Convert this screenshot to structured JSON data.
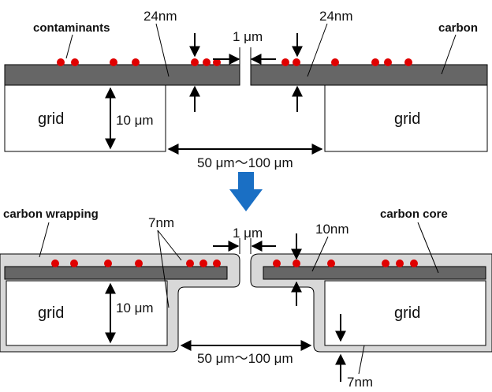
{
  "top": {
    "contaminants_label": "contaminants",
    "carbon_label": "carbon",
    "thickness_left": "24nm",
    "thickness_right": "24nm",
    "gap_label": "1 μm",
    "grid_left": "grid",
    "grid_right": "grid",
    "grid_height": "10 μm",
    "span_label": "50 μm～100 μm"
  },
  "bottom": {
    "wrapping_label": "carbon wrapping",
    "core_label": "carbon core",
    "wrap_thickness": "7nm",
    "core_thickness": "10nm",
    "gap_label": "1 μm",
    "grid_left": "grid",
    "grid_right": "grid",
    "grid_height": "10 μm",
    "span_label": "50 μm～100 μm",
    "under_thickness": "7nm"
  },
  "colors": {
    "carbon": "#666666",
    "wrapping": "#d8d8d8",
    "contaminant": "#e00000",
    "arrow": "#1a6fc4"
  }
}
